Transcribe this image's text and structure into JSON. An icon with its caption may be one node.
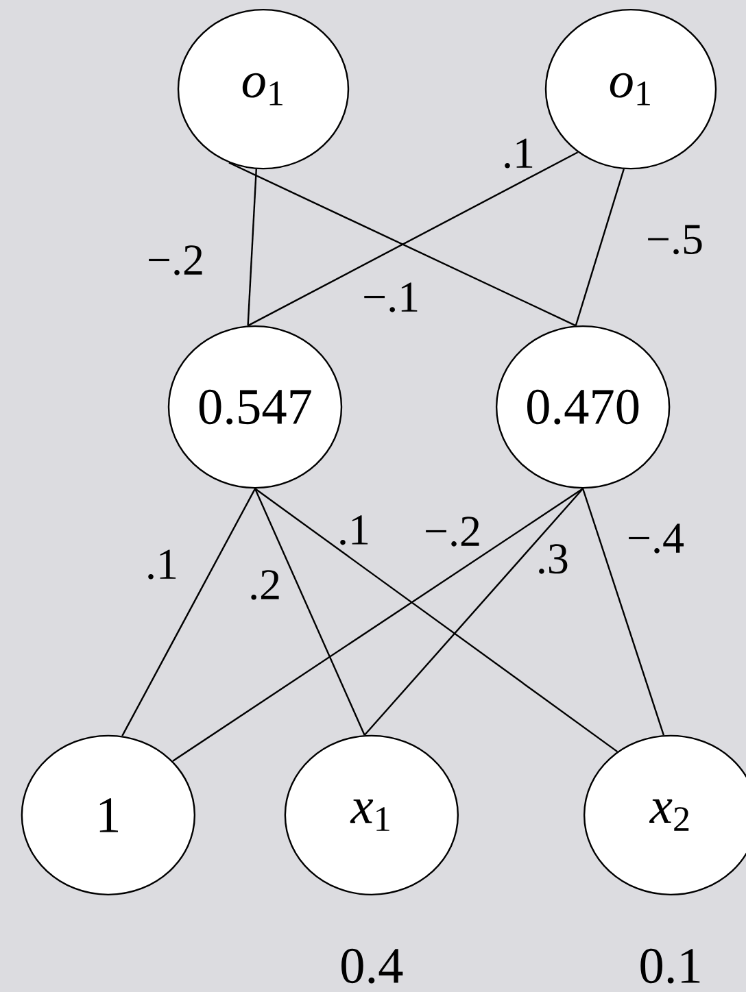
{
  "diagram": {
    "nodes": [
      {
        "text": [
          "*o*$_{1}$"
        ]
      },
      {
        "text": [
          "*o*$_{1}$"
        ]
      },
      {
        "text": [
          "0.547"
        ]
      },
      {
        "text": [
          "0.470"
        ]
      },
      {
        "text": [
          "1"
        ]
      },
      {
        "text": [
          "*x*$_{1}$"
        ],
        "beside": [
          "0.4"
        ]
      },
      {
        "text": [
          "*x*$_{2}$"
        ],
        "beside": [
          "0.1"
        ]
      }
    ],
    "edges": [
      {
        "from": 2,
        "to": 0,
        "arrow": "none",
        "label": "−.2"
      },
      {
        "from": 3,
        "to": 0,
        "arrow": "none",
        "label": "−.1"
      },
      {
        "from": 2,
        "to": 1,
        "arrow": "none",
        "label": ".1"
      },
      {
        "from": 3,
        "to": 1,
        "arrow": "none",
        "label": "−.5"
      },
      {
        "from": 4,
        "to": 2,
        "arrow": "none",
        "label": ".1"
      },
      {
        "from": 5,
        "to": 2,
        "arrow": "none",
        "label": ".2"
      },
      {
        "from": 6,
        "to": 2,
        "arrow": "none",
        "label": ".1"
      },
      {
        "from": 4,
        "to": 3,
        "arrow": "none",
        "label": "−.2"
      },
      {
        "from": 5,
        "to": 3,
        "arrow": "none",
        "label": ".3"
      },
      {
        "from": 6,
        "to": 3,
        "arrow": "none",
        "label": "−.4"
      }
    ]
  }
}
